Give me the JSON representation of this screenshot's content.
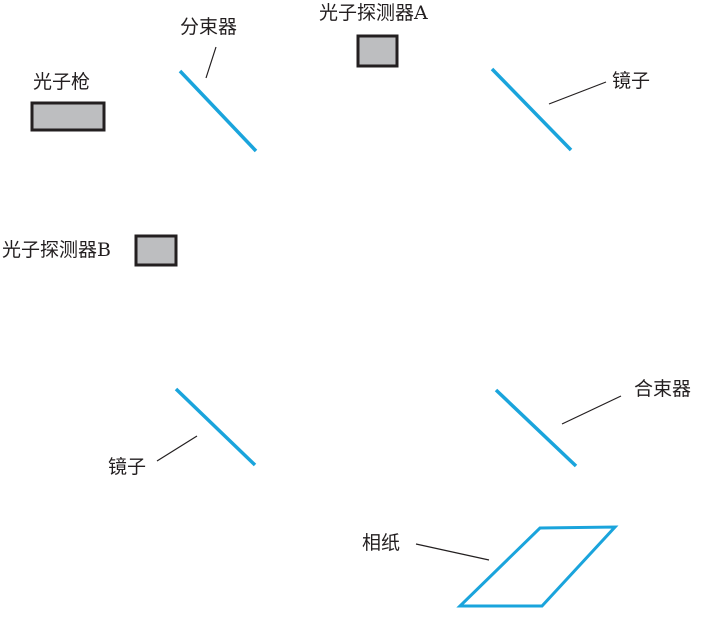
{
  "colors": {
    "optic_line": "#1aa4dc",
    "device_fill": "#bdbec0",
    "device_stroke": "#231f20",
    "leader_line": "#231f20",
    "text": "#231f20"
  },
  "labels": {
    "beam_splitter": "分束器",
    "detector_a": "光子探测器A",
    "photon_gun": "光子枪",
    "mirror_top_right": "镜子",
    "detector_b": "光子探测器B",
    "mirror_bottom_left": "镜子",
    "beam_combiner": "合束器",
    "photo_paper": "相纸"
  }
}
